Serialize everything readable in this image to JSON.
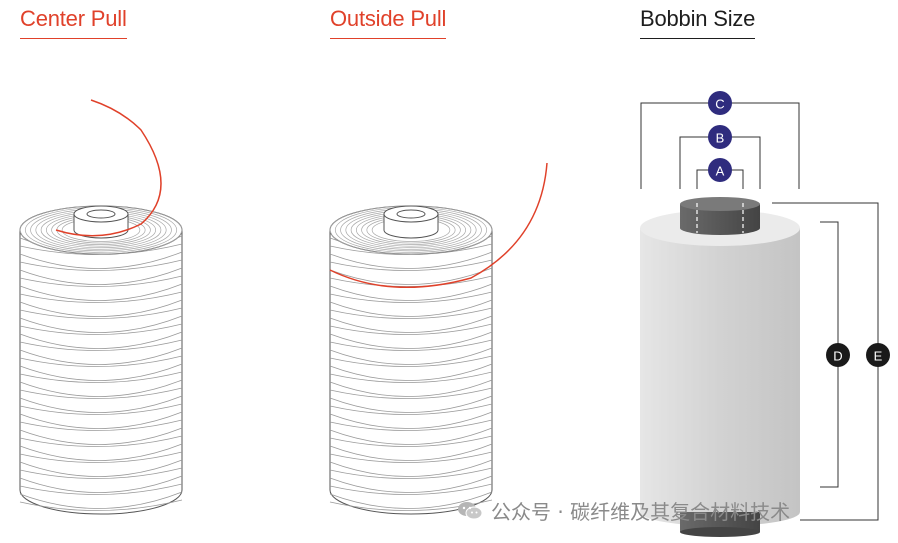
{
  "headings": {
    "center_pull": "Center Pull",
    "outside_pull": "Outside Pull",
    "bobbin_size": "Bobbin Size"
  },
  "labels": {
    "a": "A",
    "b": "B",
    "c": "C",
    "d": "D",
    "e": "E"
  },
  "watermark": "公众号 · 碳纤维及其复合材料技术",
  "colors": {
    "accent_red": "#e0412a",
    "badge_blue": "#2f2c7e",
    "badge_dark": "#1a1a1a",
    "bobbin_grey": "#d6d6d6",
    "core_grey": "#555555"
  }
}
